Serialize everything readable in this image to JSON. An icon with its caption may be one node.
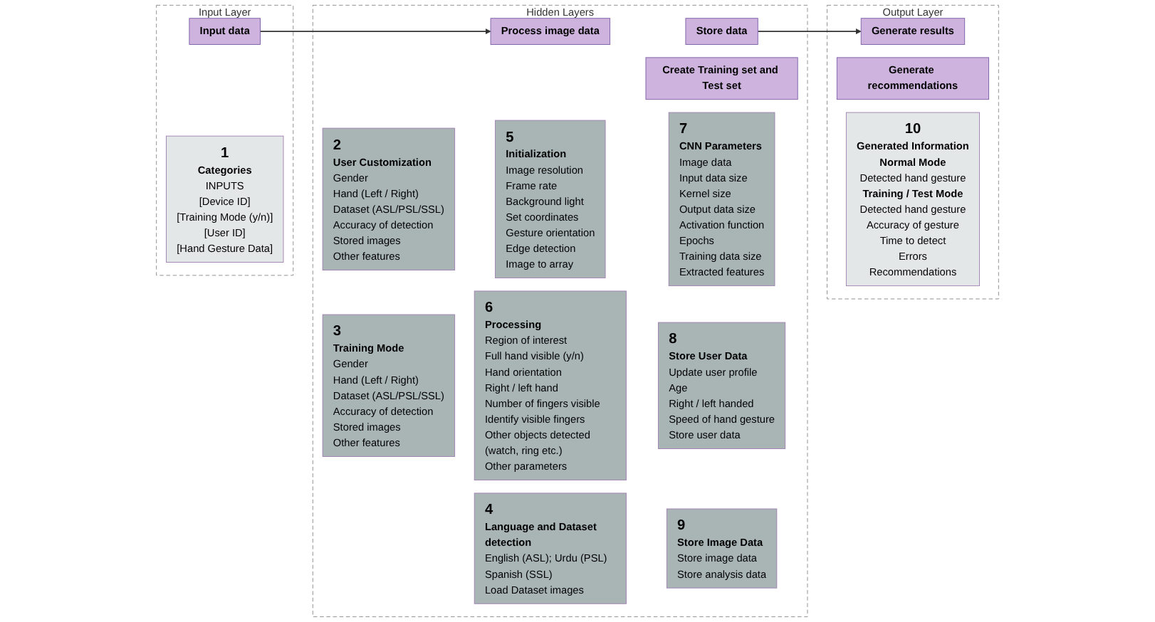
{
  "diagram": {
    "nodes": [
      {
        "text": [
          "Input Layer"
        ]
      },
      {
        "text": [
          "Input data"
        ],
        "in": 0
      },
      {
        "text": [
          "1",
          "Categories",
          "INPUTS",
          "[Device ID]",
          "[Training Mode (y/n)]",
          "[User ID]",
          "[Hand Gesture Data]"
        ],
        "in": 0
      },
      {
        "text": [
          "Hidden Layers"
        ]
      },
      {
        "text": [
          "Process image data"
        ],
        "in": 3
      },
      {
        "text": [
          "Store data"
        ],
        "in": 3
      },
      {
        "text": [
          "Create Training set and Test set"
        ],
        "in": 3
      },
      {
        "text": [
          "2",
          "User Customization",
          "Gender",
          "Hand (Left / Right)",
          "Dataset (ASL/PSL/SSL)",
          "Accuracy of detection",
          "Stored images",
          "Other features"
        ],
        "in": 3
      },
      {
        "text": [
          "3",
          "Training Mode",
          "Gender",
          "Hand (Left / Right)",
          "Dataset (ASL/PSL/SSL)",
          "Accuracy of detection",
          "Stored images",
          "Other features"
        ],
        "in": 3
      },
      {
        "text": [
          "4",
          "Language and Dataset detection",
          "English (ASL); Urdu (PSL)",
          "Spanish (SSL)",
          "Load Dataset images"
        ],
        "in": 3
      },
      {
        "text": [
          "5",
          "Initialization",
          "Image resolution",
          "Frame rate",
          "Background light",
          "Set coordinates",
          "Gesture orientation",
          "Edge detection",
          "Image to array"
        ],
        "in": 3
      },
      {
        "text": [
          "6",
          "Processing",
          "Region of interest",
          "Full hand visible (y/n)",
          "Hand orientation",
          "Right / left hand",
          "Number of fingers visible",
          "Identify visible fingers",
          "Other objects detected (watch, ring etc.)",
          "Other parameters"
        ],
        "in": 3
      },
      {
        "text": [
          "7",
          "CNN Parameters",
          "Image data",
          "Input data size",
          "Kernel size",
          "Output data size",
          "Activation function",
          "Epochs",
          "Training data size",
          "Extracted features"
        ],
        "in": 3
      },
      {
        "text": [
          "8",
          "Store User Data",
          "Update user profile",
          "Age",
          "Right / left handed",
          "Speed of hand gesture",
          "Store user data"
        ],
        "in": 3
      },
      {
        "text": [
          "9",
          "Store Image Data",
          "Store image data",
          "Store analysis data"
        ],
        "in": 3
      },
      {
        "text": [
          "Output Layer"
        ]
      },
      {
        "text": [
          "Generate results"
        ],
        "in": 15
      },
      {
        "text": [
          "Generate recommendations"
        ],
        "in": 15
      },
      {
        "text": [
          "10",
          "Generated Information",
          "Normal Mode",
          "Detected hand gesture",
          "Training / Test Mode",
          "Detected hand gesture",
          "Accuracy of gesture",
          "Time to detect",
          "Errors",
          "Recommendations"
        ],
        "in": 15
      }
    ],
    "edges": [
      {
        "from": 1,
        "to": 4,
        "arrow": "to"
      },
      {
        "from": 5,
        "to": 16,
        "arrow": "to"
      }
    ]
  }
}
